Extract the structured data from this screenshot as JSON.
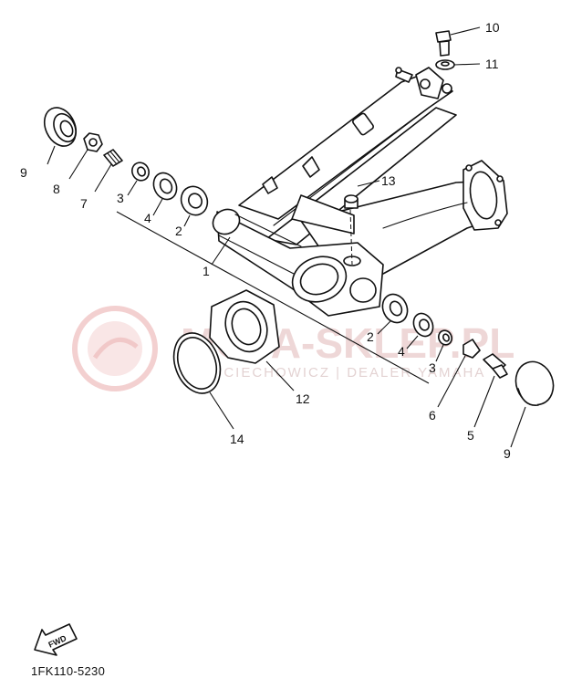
{
  "diagram": {
    "part_code": "1FK110-5230",
    "fwd_label": "FWD",
    "watermark": {
      "main": "MOTA-SKLEP.PL",
      "sub": "WOJCIECHOWICZ | DEALER YAMAHA"
    },
    "callouts": [
      {
        "id": "c10",
        "label": "10"
      },
      {
        "id": "c11",
        "label": "11"
      },
      {
        "id": "c9a",
        "label": "9"
      },
      {
        "id": "c8",
        "label": "8"
      },
      {
        "id": "c7",
        "label": "7"
      },
      {
        "id": "c3a",
        "label": "3"
      },
      {
        "id": "c4a",
        "label": "4"
      },
      {
        "id": "c2a",
        "label": "2"
      },
      {
        "id": "c13",
        "label": "13"
      },
      {
        "id": "c1",
        "label": "1"
      },
      {
        "id": "c2b",
        "label": "2"
      },
      {
        "id": "c4b",
        "label": "4"
      },
      {
        "id": "c3b",
        "label": "3"
      },
      {
        "id": "c6",
        "label": "6"
      },
      {
        "id": "c12",
        "label": "12"
      },
      {
        "id": "c14",
        "label": "14"
      },
      {
        "id": "c5",
        "label": "5"
      },
      {
        "id": "c9b",
        "label": "9"
      }
    ]
  }
}
